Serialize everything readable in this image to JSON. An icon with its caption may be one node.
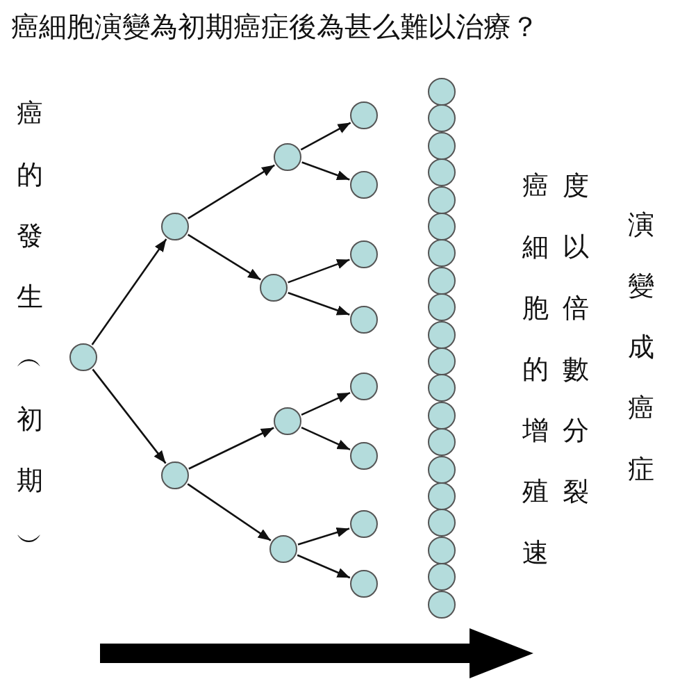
{
  "diagram": {
    "title": "癌細胞演變為初期癌症後為甚么難以治療？",
    "nodes": [
      {
        "text": [],
        "shape": "circle"
      },
      {
        "text": [],
        "shape": "circle"
      },
      {
        "text": [],
        "shape": "circle"
      },
      {
        "text": [],
        "shape": "circle"
      },
      {
        "text": [],
        "shape": "circle"
      },
      {
        "text": [],
        "shape": "circle"
      },
      {
        "text": [],
        "shape": "circle"
      },
      {
        "text": [],
        "shape": "circle"
      },
      {
        "text": [],
        "shape": "circle"
      },
      {
        "text": [],
        "shape": "circle"
      },
      {
        "text": [],
        "shape": "circle"
      },
      {
        "text": [],
        "shape": "circle"
      },
      {
        "text": [],
        "shape": "circle"
      },
      {
        "text": [],
        "shape": "circle"
      },
      {
        "text": [],
        "shape": "circle"
      },
      {
        "text": [],
        "shape": "circle"
      },
      {
        "text": [],
        "shape": "circle"
      },
      {
        "text": [],
        "shape": "circle"
      },
      {
        "text": [],
        "shape": "circle"
      },
      {
        "text": [],
        "shape": "circle"
      },
      {
        "text": [],
        "shape": "circle"
      },
      {
        "text": [],
        "shape": "circle"
      },
      {
        "text": [],
        "shape": "circle"
      },
      {
        "text": [],
        "shape": "circle"
      },
      {
        "text": [],
        "shape": "circle"
      },
      {
        "text": [],
        "shape": "circle"
      },
      {
        "text": [],
        "shape": "circle"
      },
      {
        "text": [],
        "shape": "circle"
      },
      {
        "text": [],
        "shape": "circle"
      },
      {
        "text": [],
        "shape": "circle"
      },
      {
        "text": [],
        "shape": "circle"
      },
      {
        "text": [],
        "shape": "circle"
      },
      {
        "text": [],
        "shape": "circle"
      },
      {
        "text": [],
        "shape": "circle"
      },
      {
        "text": [],
        "shape": "circle"
      }
    ],
    "edges": [
      {
        "from": 0,
        "to": 1,
        "arrow": "to"
      },
      {
        "from": 0,
        "to": 2,
        "arrow": "to"
      },
      {
        "from": 1,
        "to": 3,
        "arrow": "to"
      },
      {
        "from": 1,
        "to": 4,
        "arrow": "to"
      },
      {
        "from": 2,
        "to": 5,
        "arrow": "to"
      },
      {
        "from": 2,
        "to": 6,
        "arrow": "to"
      },
      {
        "from": 3,
        "to": 7,
        "arrow": "to"
      },
      {
        "from": 3,
        "to": 8,
        "arrow": "to"
      },
      {
        "from": 4,
        "to": 9,
        "arrow": "to"
      },
      {
        "from": 4,
        "to": 10,
        "arrow": "to"
      },
      {
        "from": 5,
        "to": 11,
        "arrow": "to"
      },
      {
        "from": 5,
        "to": 12,
        "arrow": "to"
      },
      {
        "from": 6,
        "to": 13,
        "arrow": "to"
      },
      {
        "from": 6,
        "to": 14,
        "arrow": "to"
      }
    ],
    "labels": [
      "癌的發生︵初期︶",
      "癌細胞的增殖速度以倍數分裂",
      "演變成癌症"
    ]
  }
}
